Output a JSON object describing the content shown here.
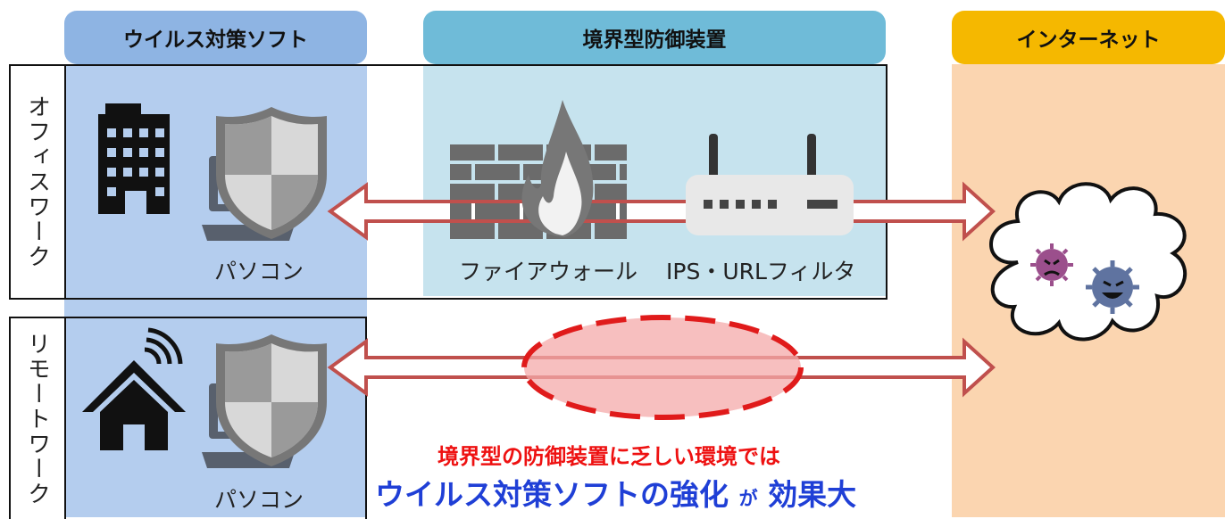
{
  "columns": {
    "antivirus": "ウイルス対策ソフト",
    "perimeter": "境界型防御装置",
    "internet": "インターネット"
  },
  "rows": {
    "office": "オフィスワーク",
    "remote": "リモートワーク"
  },
  "labels": {
    "pc_office": "パソコン",
    "pc_remote": "パソコン",
    "firewall": "ファイアウォール",
    "ips_url": "IPS・URLフィルタ"
  },
  "message": {
    "line1": "境界型の防御装置に乏しい環境では",
    "line2_main": "ウイルス対策ソフトの強化",
    "line2_particle": "が",
    "line2_end": "効果大"
  },
  "colors": {
    "antivirus_head": "#8eb4e3",
    "antivirus_band": "#b4cdee",
    "perimeter_head": "#6fbbd8",
    "perimeter_band": "#c6e3ee",
    "internet_head": "#f5b800",
    "internet_band": "#fbd5b0",
    "arrow": "#c0504d",
    "message_red": "#ee1111",
    "message_blue": "#1f3fd6"
  },
  "icons": [
    "building-icon",
    "house-wifi-icon",
    "laptop-shield-icon",
    "firewall-icon",
    "router-icon",
    "virus-cloud-icon"
  ]
}
